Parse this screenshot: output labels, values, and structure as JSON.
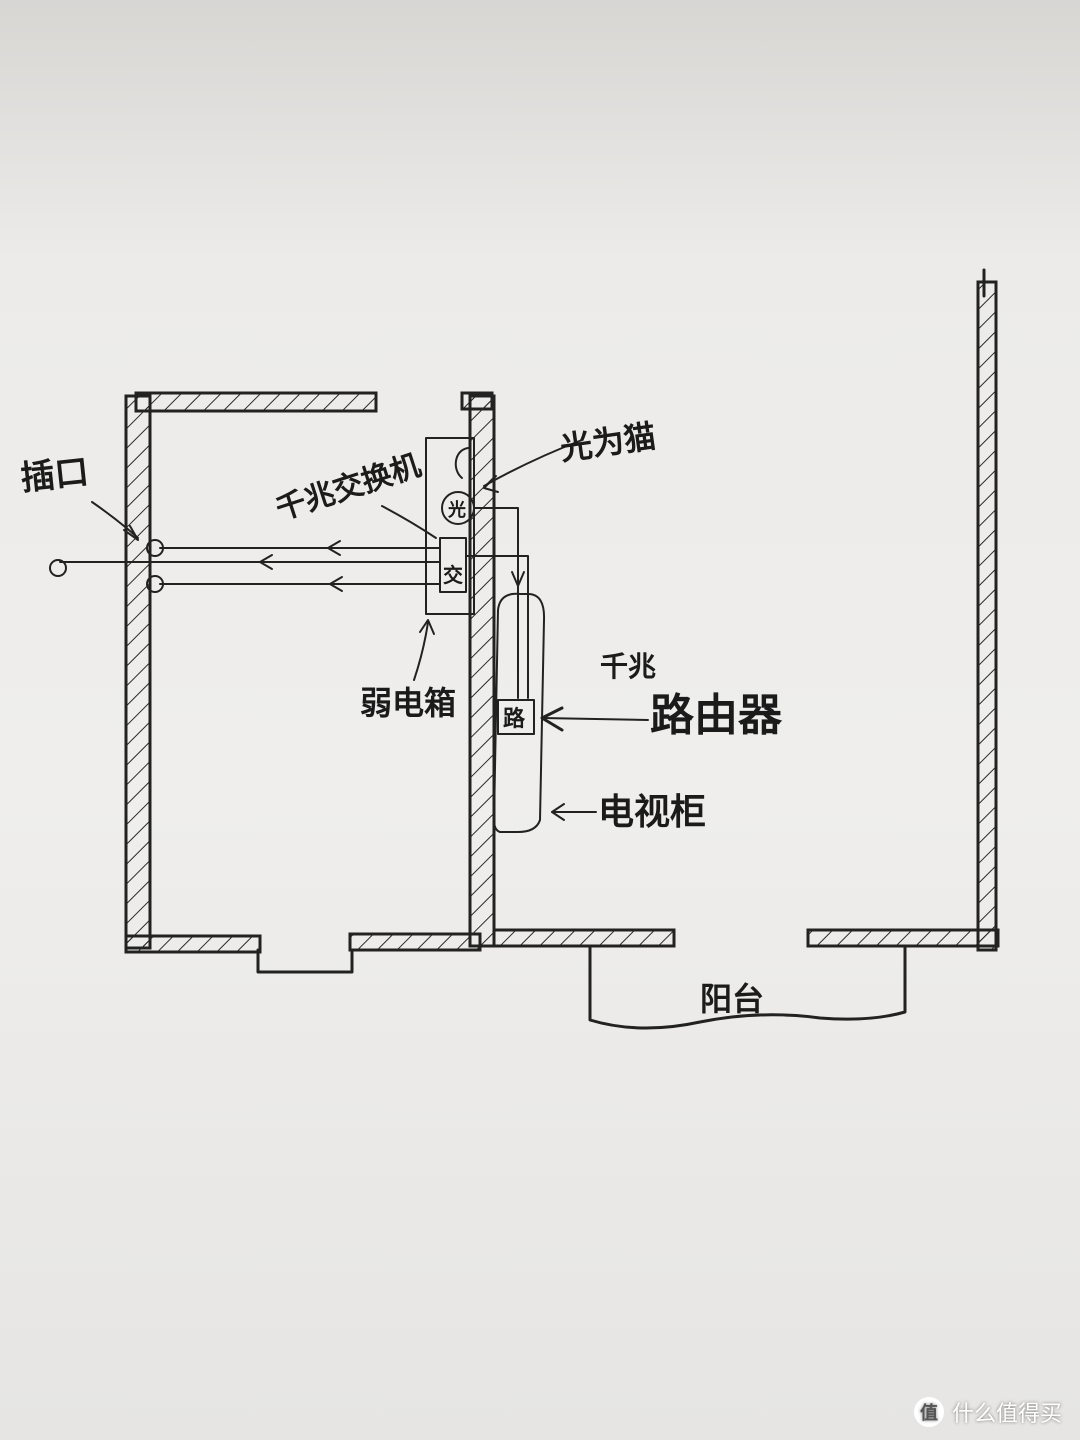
{
  "labels": {
    "socket": "插口",
    "switch": "千兆交换机",
    "fiber_modem": "光为猫",
    "weak_box": "弱电箱",
    "gigabit": "千兆",
    "router": "路由器",
    "tv_cabinet": "电视柜",
    "balcony": "阳台",
    "switch_mark": "交",
    "modem_mark": "光",
    "router_mark": "路"
  },
  "watermark": {
    "logo": "值",
    "text": "什么值得买"
  }
}
